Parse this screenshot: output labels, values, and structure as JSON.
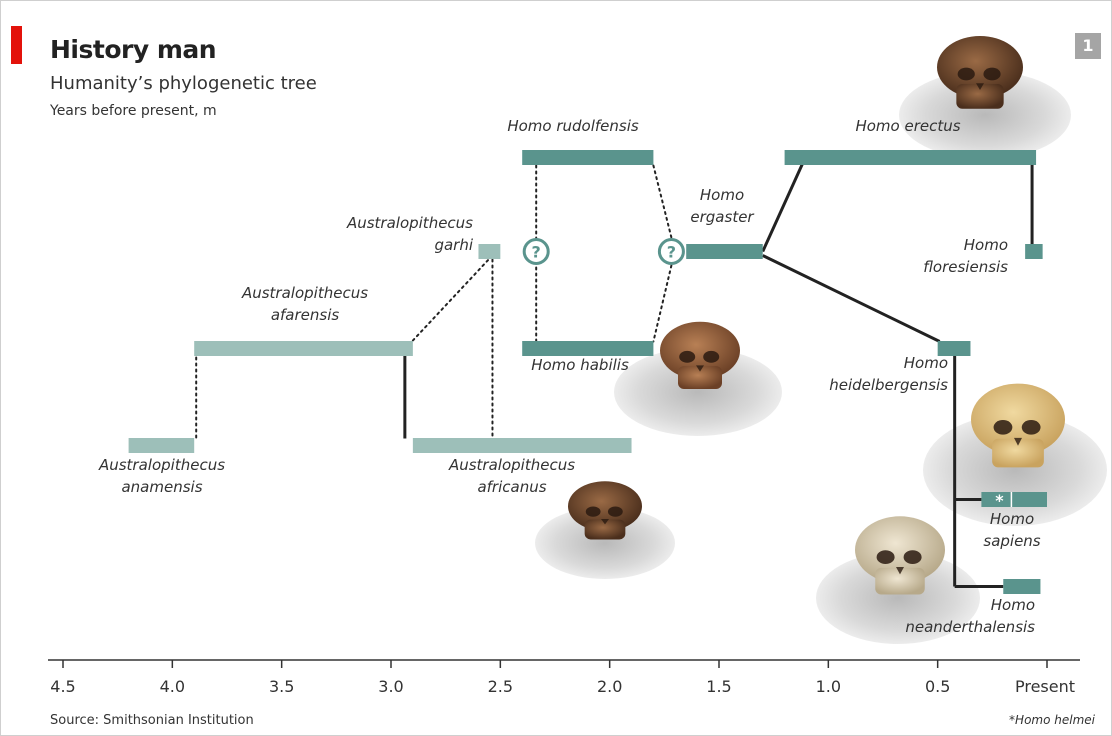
{
  "header": {
    "title": "History man",
    "subtitle": "Humanity’s phylogenetic tree",
    "units": "Years before present, m",
    "chart_number": "1"
  },
  "footer": {
    "source": "Source: Smithsonian Institution",
    "footnote": "*Homo helmei"
  },
  "colors": {
    "light_teal": "#9dbfb9",
    "dark_teal": "#5a948d",
    "accent_red": "#e3120b"
  },
  "chart_data": {
    "type": "range-bar",
    "title": "History man",
    "subtitle": "Humanity’s phylogenetic tree",
    "xlabel": "Years before present, m",
    "xlim": [
      4.5,
      0
    ],
    "x_reversed": true,
    "ticks": [
      {
        "value": 4.5,
        "label": "4.5"
      },
      {
        "value": 4.0,
        "label": "4.0"
      },
      {
        "value": 3.5,
        "label": "3.5"
      },
      {
        "value": 3.0,
        "label": "3.0"
      },
      {
        "value": 2.5,
        "label": "2.5"
      },
      {
        "value": 2.0,
        "label": "2.0"
      },
      {
        "value": 1.5,
        "label": "1.5"
      },
      {
        "value": 1.0,
        "label": "1.0"
      },
      {
        "value": 0.5,
        "label": "0.5"
      },
      {
        "value": 0.0,
        "label": "Present"
      }
    ],
    "species": [
      {
        "id": "anamensis",
        "lines": [
          "Australopithecus",
          "anamensis"
        ],
        "start": 4.2,
        "end": 3.9,
        "color": "light"
      },
      {
        "id": "afarensis",
        "lines": [
          "Australopithecus",
          "afarensis"
        ],
        "start": 3.9,
        "end": 2.9,
        "color": "light"
      },
      {
        "id": "africanus",
        "lines": [
          "Australopithecus",
          "africanus"
        ],
        "start": 2.9,
        "end": 1.9,
        "color": "light"
      },
      {
        "id": "garhi",
        "lines": [
          "Australopithecus",
          "garhi"
        ],
        "start": 2.6,
        "end": 2.5,
        "color": "light"
      },
      {
        "id": "rudolfensis",
        "lines": [
          "Homo rudolfensis"
        ],
        "start": 2.4,
        "end": 1.8,
        "color": "dark"
      },
      {
        "id": "habilis",
        "lines": [
          "Homo habilis"
        ],
        "start": 2.4,
        "end": 1.8,
        "color": "dark"
      },
      {
        "id": "ergaster",
        "lines": [
          "Homo",
          "ergaster"
        ],
        "start": 1.65,
        "end": 1.3,
        "color": "dark"
      },
      {
        "id": "erectus",
        "lines": [
          "Homo erectus"
        ],
        "start": 1.2,
        "end": 0.05,
        "color": "dark"
      },
      {
        "id": "floresiensis",
        "lines": [
          "Homo",
          "floresiensis"
        ],
        "start": 0.1,
        "end": 0.02,
        "color": "dark"
      },
      {
        "id": "heidelbergensis",
        "lines": [
          "Homo",
          "heidelbergensis"
        ],
        "start": 0.5,
        "end": 0.35,
        "color": "dark"
      },
      {
        "id": "sapiens",
        "lines": [
          "Homo",
          "sapiens"
        ],
        "start": 0.3,
        "end": 0.0,
        "color": "dark",
        "marker": "*"
      },
      {
        "id": "neanderthalensis",
        "lines": [
          "Homo",
          "neanderthalensis"
        ],
        "start": 0.2,
        "end": 0.03,
        "color": "dark"
      }
    ],
    "links": [
      {
        "from": "anamensis",
        "to": "afarensis",
        "style": "dotted"
      },
      {
        "from": "afarensis",
        "to": "africanus",
        "style": "solid"
      },
      {
        "from": "afarensis",
        "to": "garhi",
        "style": "dotted"
      },
      {
        "from": "garhi",
        "to": "africanus",
        "style": "dotted"
      },
      {
        "from": "rudolfensis",
        "to": "habilis",
        "style": "dotted",
        "uncertain": true
      },
      {
        "from": "ergaster",
        "to": "erectus",
        "style": "solid"
      },
      {
        "from": "erectus",
        "to": "floresiensis",
        "style": "solid"
      },
      {
        "from": "ergaster",
        "to": "heidelbergensis",
        "style": "solid"
      },
      {
        "from": "heidelbergensis",
        "to": "sapiens",
        "style": "solid"
      },
      {
        "from": "heidelbergensis",
        "to": "neanderthalensis",
        "style": "solid"
      }
    ],
    "uncertainty_marker": "?",
    "grid": false,
    "legend": "none"
  }
}
